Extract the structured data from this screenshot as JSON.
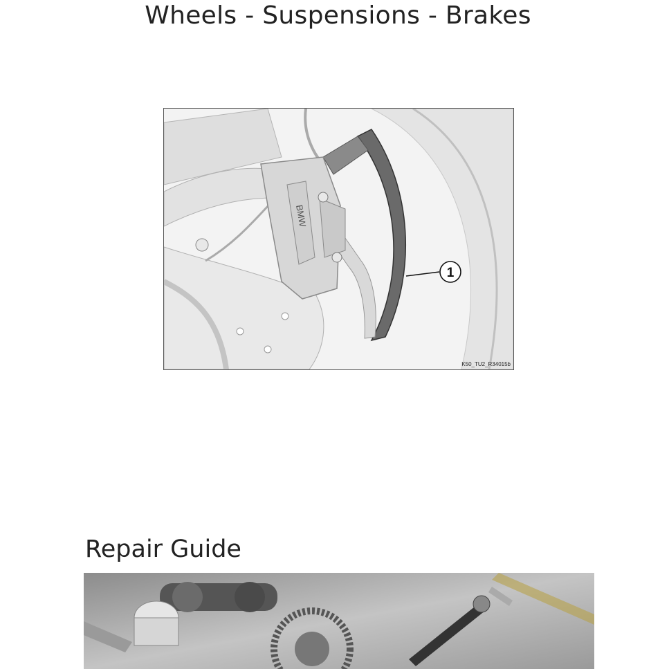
{
  "page": {
    "title": "Wheels - Suspensions - Brakes"
  },
  "figure": {
    "callout_number": "1",
    "image_code": "K50_TU2_R34015b",
    "caliper_logo_text": "BMW"
  },
  "section": {
    "title": "Repair Guide"
  },
  "colors": {
    "text": "#222222",
    "figure_border": "#555555",
    "rim_highlight": "#5a5a5a"
  }
}
